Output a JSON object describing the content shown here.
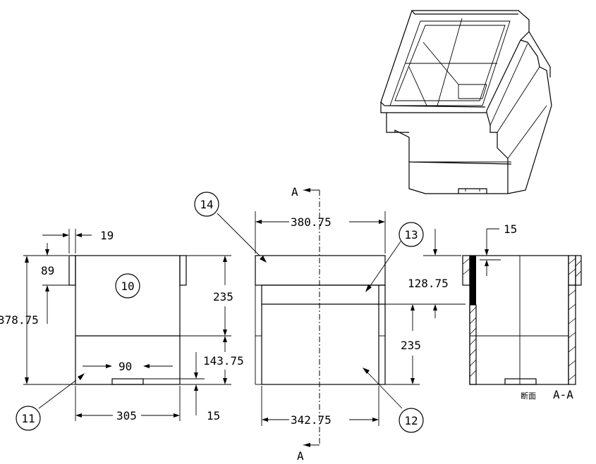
{
  "dimensions": {
    "wall_thickness": "19",
    "top_band": "89",
    "overall_height": "378.75",
    "upper_height": "235",
    "lower_height": "143.75",
    "slot_width": "90",
    "base_width": "305",
    "base_offset": "15",
    "top_width": "380.75",
    "step_height": "128.75",
    "front_height": "235",
    "bottom_width": "342.75",
    "section_offset": "15"
  },
  "balloons": {
    "b10": "10",
    "b11": "11",
    "b12": "12",
    "b13": "13",
    "b14": "14"
  },
  "section": {
    "mark_top": "A",
    "mark_bottom": "A",
    "label_jp": "断面",
    "label": "A-A"
  }
}
